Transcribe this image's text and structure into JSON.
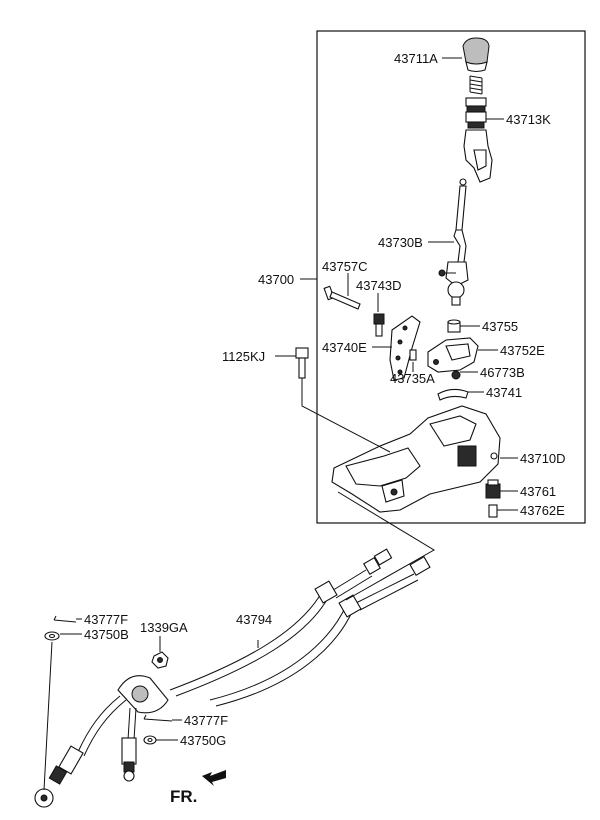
{
  "labels": {
    "p43711A": "43711A",
    "p43713K": "43713K",
    "p43730B": "43730B",
    "p43700": "43700",
    "p43757C": "43757C",
    "p43743D": "43743D",
    "p43755": "43755",
    "p43740E": "43740E",
    "p43752E": "43752E",
    "p1125KJ": "1125KJ",
    "p43735A": "43735A",
    "p46773B": "46773B",
    "p43741": "43741",
    "p43710D": "43710D",
    "p43761": "43761",
    "p43762E": "43762E",
    "p43777F_top": "43777F",
    "p43750B": "43750B",
    "p1339GA": "1339GA",
    "p43794": "43794",
    "p43777F_bottom": "43777F",
    "p43750G": "43750G",
    "front": "FR."
  }
}
